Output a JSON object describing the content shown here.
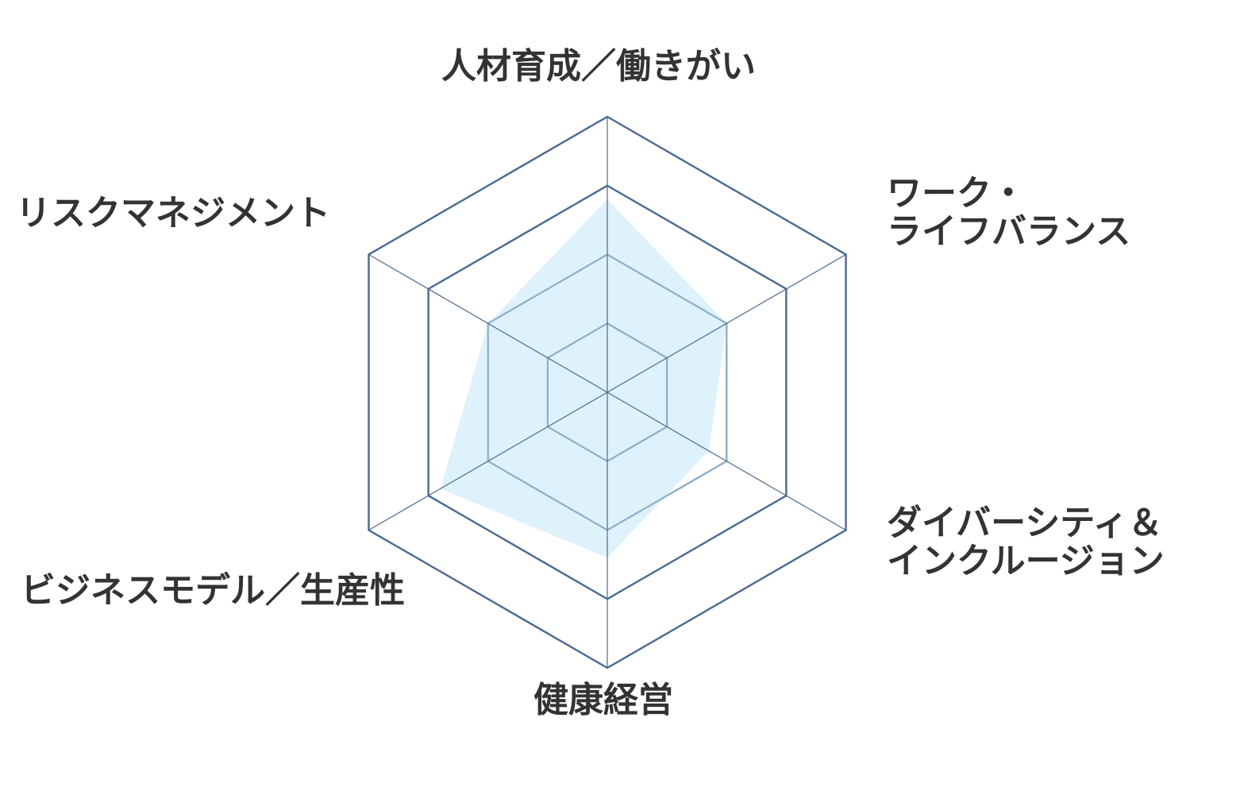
{
  "chart_data": {
    "type": "radar",
    "axes": [
      {
        "lines": [
          "人材育成／働きがい"
        ]
      },
      {
        "lines": [
          "ワーク・",
          "ライフバランス"
        ]
      },
      {
        "lines": [
          "ダイバーシティ＆",
          "インクルージョン"
        ]
      },
      {
        "lines": [
          "健康経営"
        ]
      },
      {
        "lines": [
          "ビジネスモデル／生産性"
        ]
      },
      {
        "lines": [
          "リスクマネジメント"
        ]
      }
    ],
    "levels": 4,
    "max": 4,
    "values": [
      2.8,
      2.0,
      1.7,
      2.4,
      2.8,
      2.0
    ],
    "grid": true,
    "colors": {
      "outer_grid": "#4a6a90",
      "inner_grid": "#8eafc7",
      "spoke": "#4a6a90",
      "fill": "#dbf1fc",
      "fill_opacity": "0.92"
    }
  }
}
